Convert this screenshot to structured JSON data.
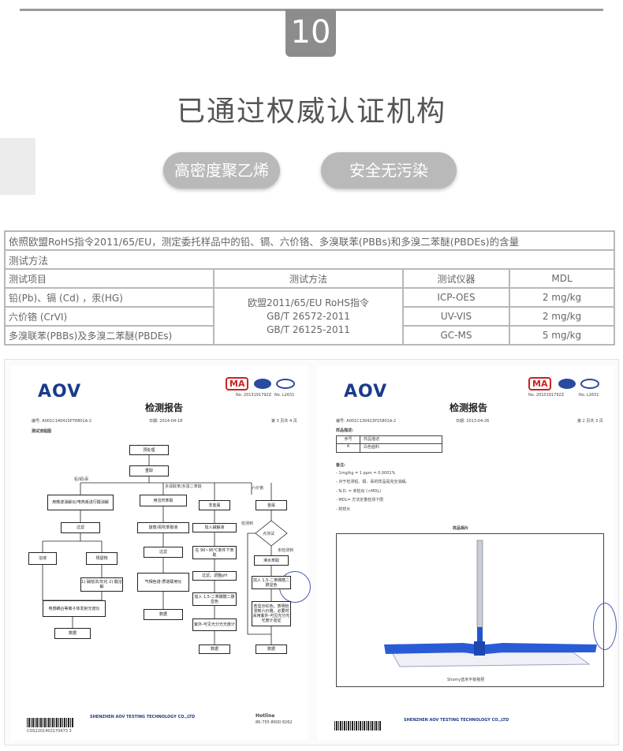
{
  "section_number": "10",
  "headline": "已通过权威认证机构",
  "badges": [
    "高密度聚乙烯",
    "安全无污染"
  ],
  "rohs_table": {
    "intro": "依照欧盟RoHS指令2011/65/EU，测定委托样品中的铅、镉、六价铬、多溴联苯(PBBs)和多溴二苯醚(PBDEs)的含量",
    "section_title": "测试方法",
    "headers": [
      "测试项目",
      "测试方法",
      "测试仪器",
      "MDL"
    ],
    "method_lines": [
      "欧盟2011/65/EU RoHS指令",
      "GB/T 26572-2011",
      "GB/T 26125-2011"
    ],
    "rows": [
      {
        "item": "铅(Pb)、镉 (Cd) ，汞(HG)",
        "instrument": "ICP-OES",
        "mdl": "2 mg/kg"
      },
      {
        "item": "六价铬 (CrVI)",
        "instrument": "UV-VIS",
        "mdl": "2 mg/kg"
      },
      {
        "item": "多溴联苯(PBBs)及多溴二苯醚(PBDEs)",
        "instrument": "GC-MS",
        "mdl": "5 mg/kg"
      }
    ]
  },
  "report_left": {
    "brand": "AOV",
    "title": "检测报告",
    "ma_label": "MA",
    "cert_no": "No. 2013191792Z",
    "cnas_no": "No. L2631",
    "report_no": "编号: A001C140415P76801A-2",
    "date": "日期: 2014-04-18",
    "page": "第 3 页共 4 页",
    "section": "测试流程图",
    "flow": {
      "pretreat": "预处理",
      "weigh": "重取",
      "branch_a": "铅/镉/汞",
      "branch_b": "多溴联苯/多溴二苯醚",
      "branch_c": "六价铬",
      "a1": "用微波消解仪/电热板进行酸消解",
      "a2": "过滤",
      "a3a": "溶液",
      "a3b": "残留物",
      "a4": "1) 碱熔法/灰化 2) 酸溶解",
      "a5": "电感耦合等离子体发射光谱仪",
      "a6": "数据",
      "b1": "用溶剂萃取",
      "b2": "旋蒸/氮吹萃取液",
      "b3": "过滤",
      "b4": "气相色谱-质谱联用仪",
      "b5": "数据",
      "c_non": "非金属",
      "c_met": "金属",
      "c1": "加入碱解液",
      "c2": "在 90~95℃条件下萃取",
      "c3": "过滤，调整pH",
      "c4": "加入 1,5-二苯碳酰二肼显色",
      "c5": "紫外-可见光分光光度计",
      "c6": "数据",
      "m1": "点测试",
      "m_neg": "检测到",
      "m_pos": "未检测到",
      "m2": "沸水萃取",
      "m3": "加入 1,5-二苯碳酰二肼显色",
      "m4": "若显示红色，表明检测到六价铬，必要时采用紫外-可见光分光光度计验证",
      "m5": "数据"
    },
    "footer_company": "SHENZHEN AOV TESTING TECHNOLOGY CO.,LTD",
    "hotline_label": "Hotline",
    "hotline": "86-755-8600 8262",
    "barcode_text": "COS2201402170473 3"
  },
  "report_right": {
    "brand": "AOV",
    "title": "检测报告",
    "ma_label": "MA",
    "cert_no": "No. 2010191792Z",
    "cnas_no": "No. L2631",
    "report_no": "编号: A001C130423P15801A-2",
    "date": "日期: 2013-04-26",
    "page": "第 2 页共 3 页",
    "sample_desc": "样品描述:",
    "sample_headers": [
      "序号",
      "样品描述"
    ],
    "sample_row": [
      "A",
      "白色面料"
    ],
    "notes_title": "备注:",
    "notes": [
      "- 1mg/kg = 1 ppm = 0.0001%",
      "- 对于检测铅、镉、汞的样品是完全消解。",
      "- N.D. = 未检出 (<MDL)",
      "- MDL= 方法定量检测下限",
      "- 附样片"
    ],
    "photo_title": "样品相片",
    "photo_caption": "Shomy蓝米平板拖把",
    "footer_company": "SHENZHEN AOV TESTING TECHNOLOGY CO.,LTD"
  }
}
